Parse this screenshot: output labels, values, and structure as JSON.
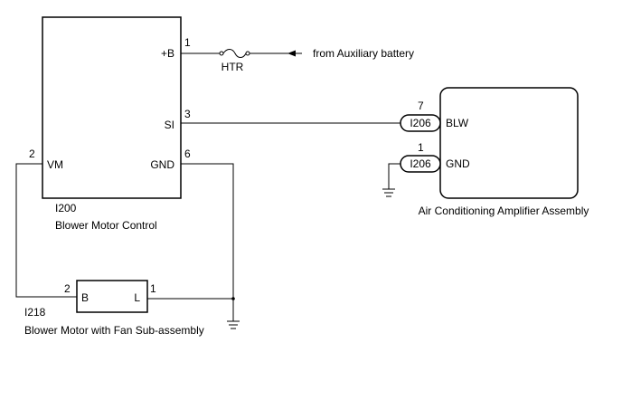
{
  "blower_control": {
    "code": "I200",
    "name": "Blower Motor Control",
    "pins": {
      "b_plus": {
        "num": "1",
        "label": "+B"
      },
      "si": {
        "num": "3",
        "label": "SI"
      },
      "gnd": {
        "num": "6",
        "label": "GND"
      },
      "vm": {
        "num": "2",
        "label": "VM"
      }
    }
  },
  "fuse": {
    "label": "HTR"
  },
  "power_source": {
    "label": "from Auxiliary battery"
  },
  "ac_amplifier": {
    "name": "Air Conditioning Amplifier Assembly",
    "pins": {
      "blw": {
        "num": "7",
        "label": "BLW",
        "connector": "I206"
      },
      "gnd": {
        "num": "1",
        "label": "GND",
        "connector": "I206"
      }
    }
  },
  "blower_motor": {
    "code": "I218",
    "name": "Blower Motor with Fan Sub-assembly",
    "pins": {
      "b": {
        "num": "2",
        "label": "B"
      },
      "l": {
        "num": "1",
        "label": "L"
      }
    }
  }
}
